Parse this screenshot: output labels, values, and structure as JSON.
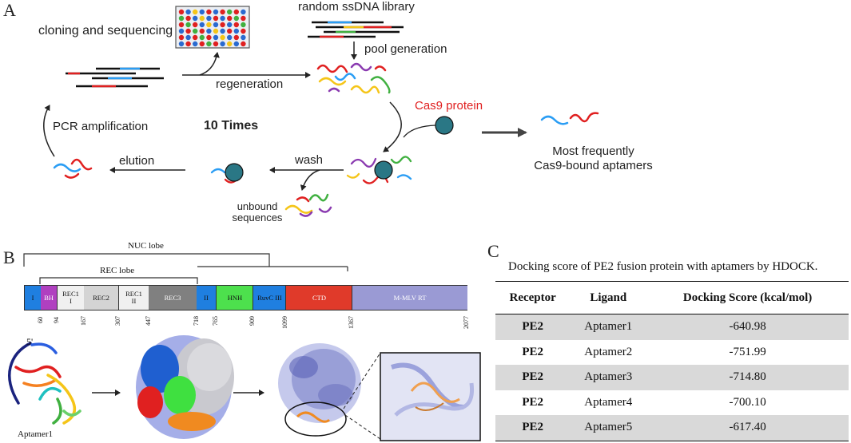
{
  "panels": {
    "a": "A",
    "b": "B",
    "c": "C"
  },
  "panel_a": {
    "cloning": "cloning and sequencing",
    "library": "random ssDNA library",
    "pool_generation": "pool generation",
    "regeneration": "regeneration",
    "cas9_protein": "Cas9 protein",
    "pcr": "PCR amplification",
    "ten_times": "10 Times",
    "most_frequent_1": "Most frequently",
    "most_frequent_2": "Cas9-bound aptamers",
    "elution": "elution",
    "wash": "wash",
    "unbound_1": "unbound",
    "unbound_2": "sequences"
  },
  "panel_b": {
    "nuc_lobe": "NUC lobe",
    "rec_lobe": "REC lobe",
    "domains": [
      {
        "name": "I",
        "color": "#1f7fe0"
      },
      {
        "name": "BH",
        "color": "#b040c0"
      },
      {
        "name": "REC1\nI",
        "color": "#f0f0f0"
      },
      {
        "name": "REC2",
        "color": "#d4d4d4"
      },
      {
        "name": "REC1\nII",
        "color": "#f0f0f0"
      },
      {
        "name": "REC3",
        "color": "#808080"
      },
      {
        "name": "II",
        "color": "#1f7fe0"
      },
      {
        "name": "HNH",
        "color": "#4de04d"
      },
      {
        "name": "RuvC III",
        "color": "#1f7fe0"
      },
      {
        "name": "CTD",
        "color": "#e03a2a"
      },
      {
        "name": "M-MLV RT",
        "color": "#9a9ad4"
      }
    ],
    "residues": [
      "60",
      "94",
      "167",
      "307",
      "447",
      "718",
      "765",
      "909",
      "1099",
      "1367",
      "2077"
    ],
    "five_prime": "5'",
    "aptamer_label": "Aptamer1"
  },
  "panel_c": {
    "title": "Docking score of PE2 fusion protein with aptamers by HDOCK.",
    "headers": [
      "Receptor",
      "Ligand",
      "Docking Score (kcal/mol)"
    ],
    "rows": [
      [
        "PE2",
        "Aptamer1",
        "-640.98"
      ],
      [
        "PE2",
        "Aptamer2",
        "-751.99"
      ],
      [
        "PE2",
        "Aptamer3",
        "-714.80"
      ],
      [
        "PE2",
        "Aptamer4",
        "-700.10"
      ],
      [
        "PE2",
        "Aptamer5",
        "-617.40"
      ]
    ]
  }
}
